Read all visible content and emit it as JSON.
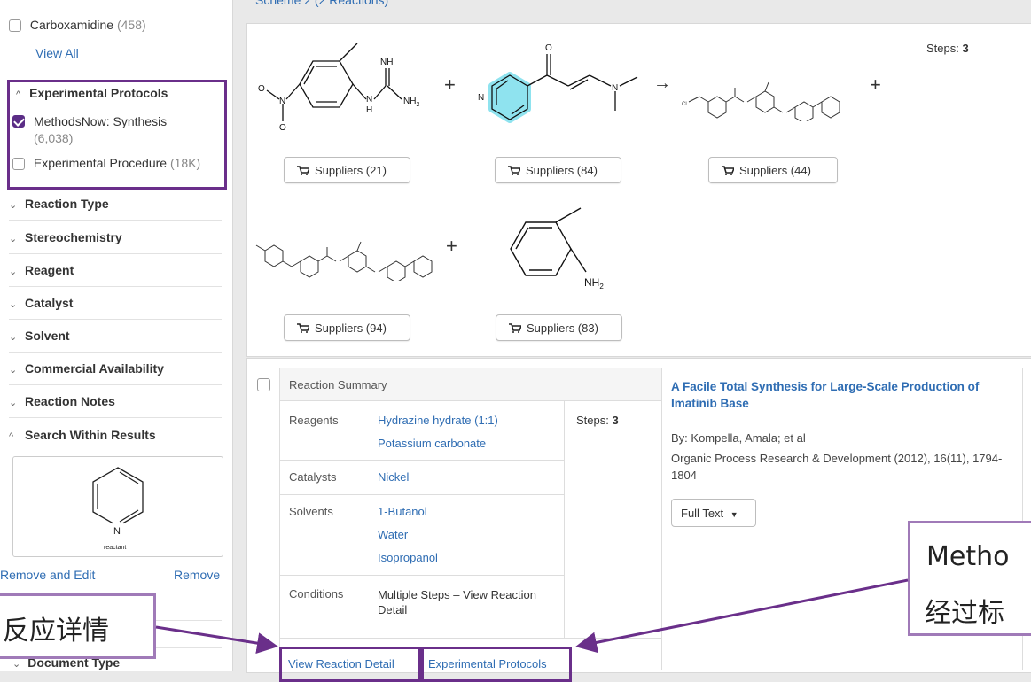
{
  "sidebar": {
    "carboxamidine": {
      "label": "Carboxamidine",
      "count": "(458)"
    },
    "view_all": "View All",
    "experimental_protocols": {
      "title": "Experimental Protocols",
      "methodsnow": {
        "label": "MethodsNow: Synthesis",
        "count": "(6,038)"
      },
      "procedure": {
        "label": "Experimental Procedure",
        "count": "(18K)"
      }
    },
    "facets": [
      "Reaction Type",
      "Stereochemistry",
      "Reagent",
      "Catalyst",
      "Solvent",
      "Commercial Availability",
      "Reaction Notes"
    ],
    "search_within": "Search Within Results",
    "reactant_label": "reactant",
    "remove_and_edit": "Remove and Edit",
    "remove": "Remove",
    "document_type": "Document Type"
  },
  "scheme": {
    "title": "Scheme 2 (2 Reactions)",
    "steps_label": "Steps:",
    "steps_value": "3",
    "suppliers": [
      "Suppliers (21)",
      "Suppliers (84)",
      "Suppliers (44)",
      "Suppliers (94)",
      "Suppliers (83)"
    ]
  },
  "summary": {
    "header": "Reaction Summary",
    "reagents_label": "Reagents",
    "reagents": [
      "Hydrazine hydrate (1:1)",
      "Potassium carbonate"
    ],
    "steps_label": "Steps:",
    "steps_value": "3",
    "catalysts_label": "Catalysts",
    "catalysts": [
      "Nickel"
    ],
    "solvents_label": "Solvents",
    "solvents": [
      "1-Butanol",
      "Water",
      "Isopropanol"
    ],
    "conditions_label": "Conditions",
    "conditions": "Multiple Steps – View Reaction Detail",
    "view_detail": "View Reaction Detail",
    "exp_protocols": "Experimental Protocols"
  },
  "reference": {
    "title": "A Facile Total Synthesis for Large-Scale Production of Imatinib Base",
    "authors": "By: Kompella, Amala; et al",
    "journal": "Organic Process Research & Development (2012), 16(11), 1794-1804",
    "full_text": "Full Text"
  },
  "callouts": {
    "left": "反应详情",
    "right_line1": "Metho",
    "right_line2": "经过标"
  },
  "chem_labels": {
    "nh": "NH",
    "nh2": "NH",
    "h": "H",
    "n": "N",
    "o": "O",
    "cl": "Cl",
    "sub2": "2"
  },
  "colors": {
    "accent": "#6a2f8a",
    "link": "#2f6db3",
    "callout_border": "#a07ab8",
    "pyridine_highlight": "#8fe3ef"
  }
}
